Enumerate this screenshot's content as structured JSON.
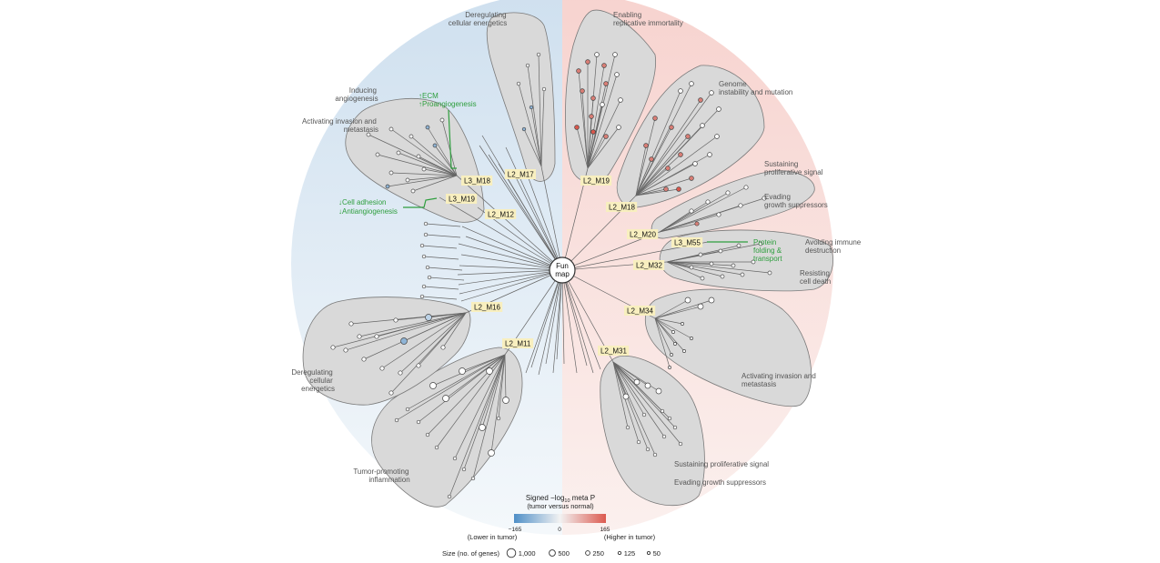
{
  "center": {
    "line1": "Fun",
    "line2": "map"
  },
  "colors": {
    "low": "#4f8fc7",
    "mid": "#f2f2f2",
    "high": "#dc5a50",
    "module_fill": "#d9d9d9",
    "module_stroke": "#7a7a7a",
    "annotation": "#2e9e3e",
    "label_bg": "#f8efbf"
  },
  "hallmarks": {
    "deregulating_energetics_top": [
      "Deregulating",
      "cellular energetics"
    ],
    "enabling_immortality": [
      "Enabling",
      "replicative immortality"
    ],
    "inducing_angiogenesis": [
      "Inducing",
      "angiogenesis"
    ],
    "activating_invasion_left": [
      "Activating invasion and",
      "metastasis"
    ],
    "genome_instability": [
      "Genome",
      "instability and mutation"
    ],
    "sustaining_proliferative_right": [
      "Sustaining",
      "proliferative signal"
    ],
    "evading_growth_right": [
      "Evading",
      "growth suppressors"
    ],
    "avoiding_immune": [
      "Avoiding immune",
      "destruction"
    ],
    "resisting_death": [
      "Resisting",
      "cell death"
    ],
    "deregulating_energetics_left": [
      "Deregulating",
      "cellular",
      "energetics"
    ],
    "activating_invasion_right": [
      "Activating invasion and",
      "metastasis"
    ],
    "tumor_inflammation": [
      "Tumor-promoting",
      "inflammation"
    ],
    "sustaining_proliferative_bottom": "Sustaining proliferative signal",
    "evading_growth_bottom": "Evading growth suppressors"
  },
  "modules": {
    "L2_M17": "L2_M17",
    "L2_M19": "L2_M19",
    "L3_M18": "L3_M18",
    "L3_M19": "L3_M19",
    "L2_M12": "L2_M12",
    "L2_M18": "L2_M18",
    "L2_M20": "L2_M20",
    "L3_M55": "L3_M55",
    "L2_M32": "L2_M32",
    "L2_M16": "L2_M16",
    "L2_M34": "L2_M34",
    "L2_M11": "L2_M11",
    "L2_M31": "L2_M31"
  },
  "annotations": {
    "ecm": [
      "↑ECM",
      "↑Proangiogenesis"
    ],
    "adhesion": [
      "↓Cell adhesion",
      "↓Antiangiogenesis"
    ],
    "protein": [
      "Protein",
      "folding &",
      "transport"
    ]
  },
  "colorbar": {
    "title_pre": "Signed −log",
    "title_sub": "10",
    "title_post": " meta P",
    "subtitle": "(tumor versus normal)",
    "min_label": "−165",
    "mid_label": "0",
    "max_label": "165",
    "low_caption": "(Lower in tumor)",
    "high_caption": "(Higher in tumor)"
  },
  "size_legend": {
    "title": "Size (no. of genes)",
    "items": [
      {
        "label": "1,000",
        "genes": 1000
      },
      {
        "label": "500",
        "genes": 500
      },
      {
        "label": "250",
        "genes": 250
      },
      {
        "label": "125",
        "genes": 125
      },
      {
        "label": "50",
        "genes": 50
      }
    ]
  }
}
